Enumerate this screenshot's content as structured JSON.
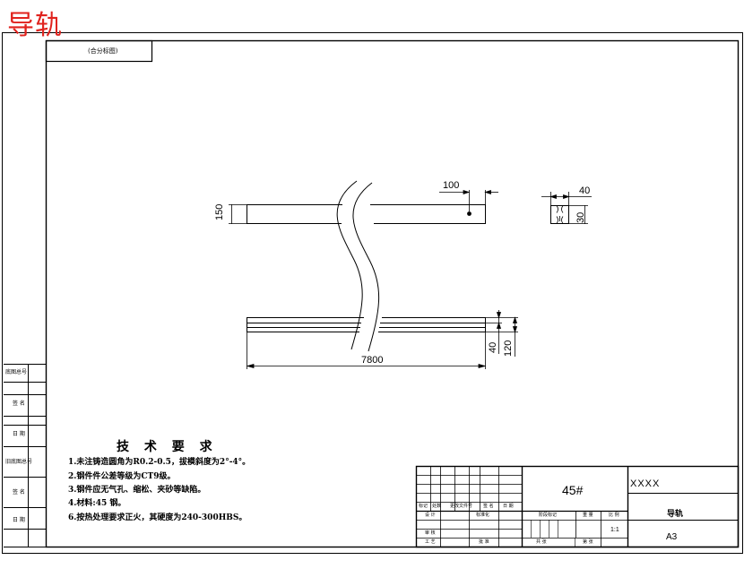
{
  "drawing": {
    "title_overlay": "导轨",
    "stamp_label": "(合分标图)",
    "part_name": "导轨",
    "material": "45#",
    "company": "XXXX",
    "sheet_size": "A3",
    "scale": "1:1"
  },
  "dimensions": {
    "hole_offset": "100",
    "height_side": "150",
    "section_width": "40",
    "section_height": "30",
    "length": "7800",
    "rail_thickness": "40",
    "rail_height": "120"
  },
  "left_strip_labels": [
    "底图总号",
    "签 名",
    "日 期",
    "旧底图总号",
    "签 名",
    "日 期"
  ],
  "technical_requirements": {
    "heading": "技 术 要 求",
    "items": [
      "1.未注铸造圆角为R0.2-0.5，拔模斜度为2°-4°。",
      "2.钢件件公差等级为CT9级。",
      "3.钢件应无气孔、缩松、夹砂等缺陷。",
      "4.材料:45 钢。",
      "6.按热处理要求正火，其硬度为240-300HBS。"
    ]
  },
  "title_block": {
    "cell_labels": {
      "tb1": "标记",
      "tb2": "处数",
      "tb3": "更改文件号",
      "tb4": "签 名",
      "tb5": "日 期",
      "tb6": "设 计",
      "tb7": "标准化",
      "tb8": "阶段标记",
      "tb9": "重 量",
      "tb10": "比 例",
      "tb11": "审 核",
      "tb12": "工 艺",
      "tb13": "批 准",
      "tb14": "共 张",
      "tb15": "第 张"
    }
  }
}
